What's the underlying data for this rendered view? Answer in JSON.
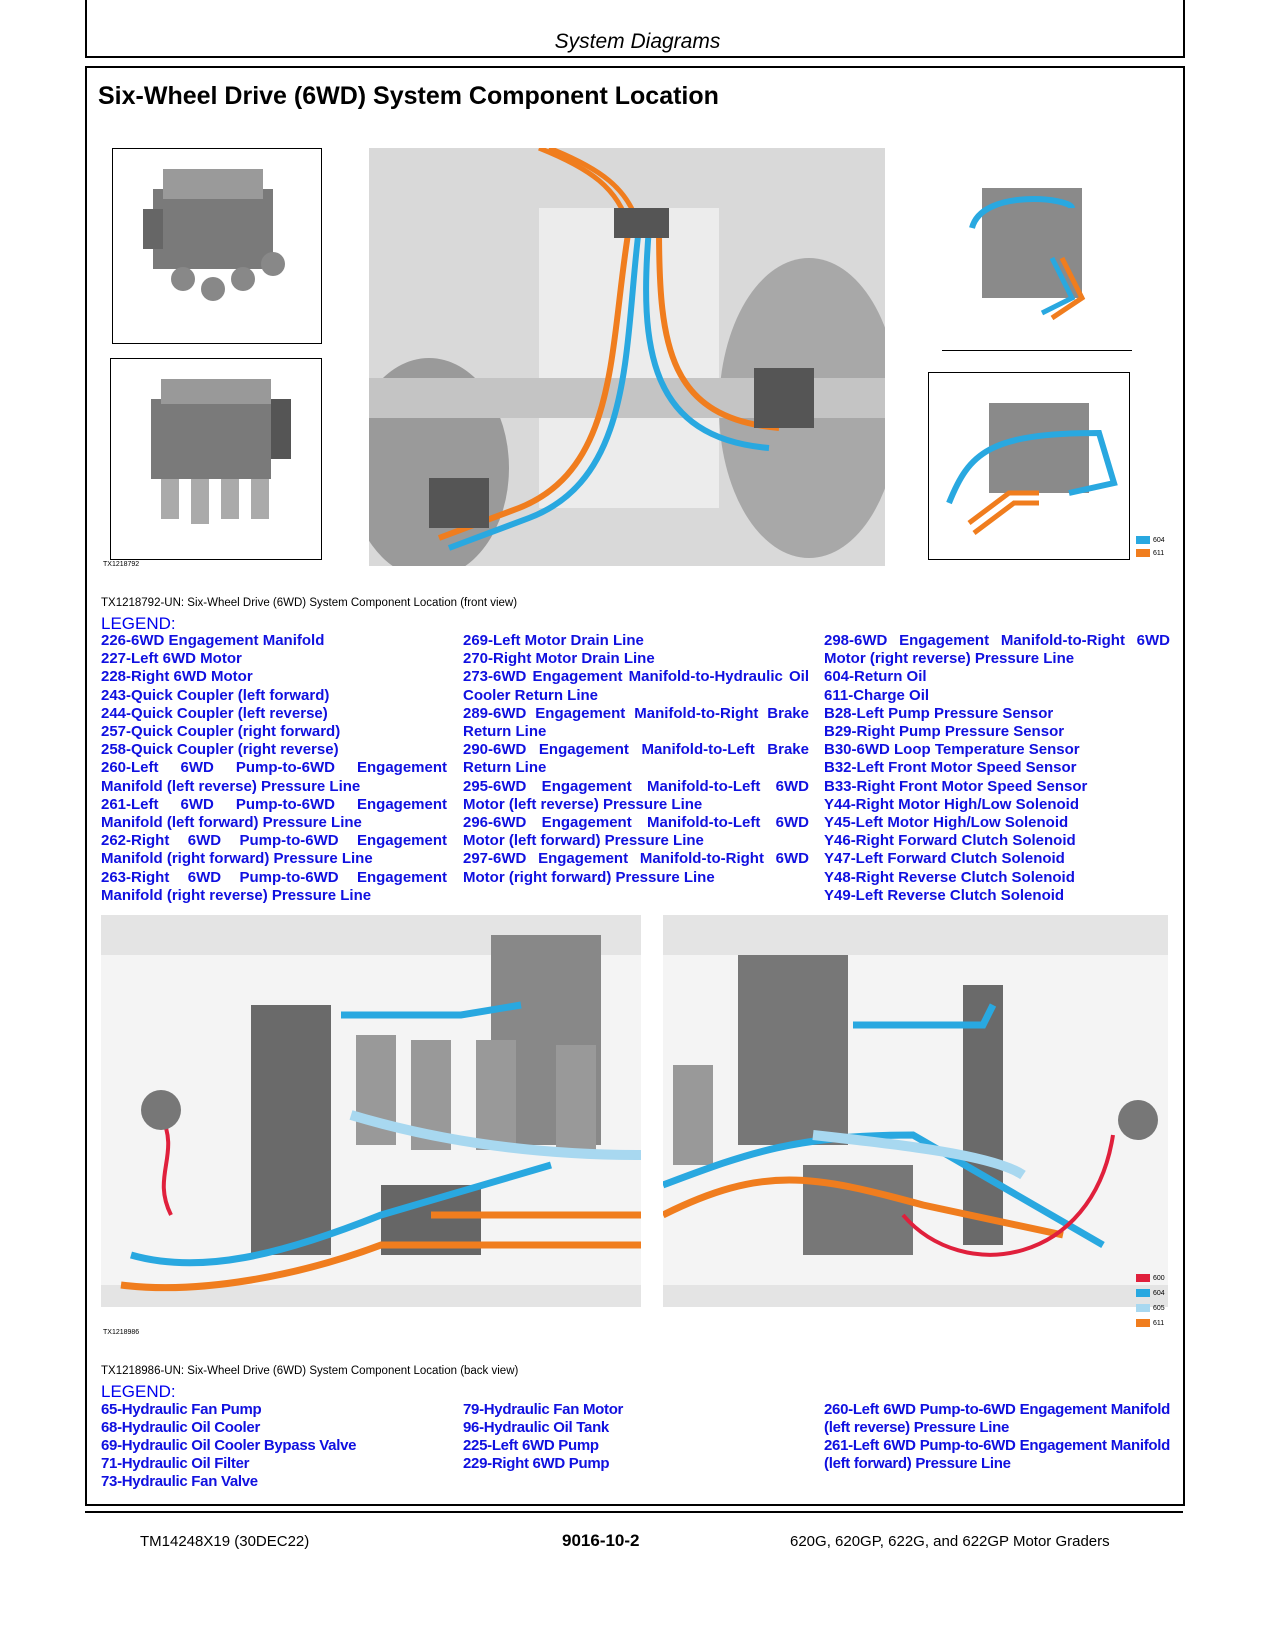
{
  "header": {
    "section": "System Diagrams"
  },
  "title": "Six-Wheel Drive (6WD) System Component Location",
  "figure1": {
    "id_label": "TX1218792",
    "caption": "TX1218792-UN: Six-Wheel Drive (6WD) System Component Location (front view)",
    "legend_heading": "LEGEND:",
    "swatches": [
      {
        "code": "604",
        "color": "#29a8e0"
      },
      {
        "code": "611",
        "color": "#f07d1e"
      }
    ],
    "columns": [
      [
        "226-6WD Engagement Manifold",
        "227-Left 6WD Motor",
        "228-Right 6WD Motor",
        "243-Quick Coupler (left forward)",
        "244-Quick Coupler (left reverse)",
        "257-Quick Coupler (right forward)",
        "258-Quick Coupler (right reverse)",
        "260-Left 6WD Pump-to-6WD Engagement Manifold (left reverse) Pressure Line",
        "261-Left 6WD Pump-to-6WD Engagement Manifold (left forward) Pressure Line",
        "262-Right 6WD Pump-to-6WD Engagement Manifold (right forward) Pressure Line",
        "263-Right 6WD Pump-to-6WD Engagement Manifold (right reverse) Pressure Line"
      ],
      [
        "269-Left Motor Drain Line",
        "270-Right Motor Drain Line",
        "273-6WD Engagement Manifold-to-Hydraulic Oil Cooler Return Line",
        "289-6WD Engagement Manifold-to-Right Brake Return Line",
        "290-6WD Engagement Manifold-to-Left Brake Return Line",
        "295-6WD Engagement Manifold-to-Left 6WD Motor (left reverse) Pressure Line",
        "296-6WD Engagement Manifold-to-Left 6WD Motor (left forward) Pressure Line",
        "297-6WD Engagement Manifold-to-Right 6WD Motor (right forward) Pressure Line"
      ],
      [
        "298-6WD Engagement Manifold-to-Right 6WD Motor (right reverse) Pressure Line",
        "604-Return Oil",
        "611-Charge Oil",
        "B28-Left Pump Pressure Sensor",
        "B29-Right Pump Pressure Sensor",
        "B30-6WD Loop Temperature Sensor",
        "B32-Left Front Motor Speed Sensor",
        "B33-Right Front Motor Speed Sensor",
        "Y44-Right Motor High/Low Solenoid",
        "Y45-Left Motor High/Low Solenoid",
        "Y46-Right Forward Clutch Solenoid",
        "Y47-Left Forward Clutch Solenoid",
        "Y48-Right Reverse Clutch Solenoid",
        "Y49-Left Reverse Clutch Solenoid"
      ]
    ]
  },
  "figure2": {
    "id_label": "TX1218986",
    "caption": "TX1218986-UN: Six-Wheel Drive (6WD) System Component Location (back view)",
    "legend_heading": "LEGEND:",
    "swatches": [
      {
        "code": "600",
        "color": "#e0203c"
      },
      {
        "code": "604",
        "color": "#29a8e0"
      },
      {
        "code": "605",
        "color": "#a8d8f0"
      },
      {
        "code": "611",
        "color": "#f07d1e"
      }
    ],
    "columns": [
      [
        "65-Hydraulic Fan Pump",
        "68-Hydraulic Oil Cooler",
        "69-Hydraulic Oil Cooler Bypass Valve",
        "71-Hydraulic Oil Filter",
        "73-Hydraulic Fan Valve"
      ],
      [
        "79-Hydraulic Fan Motor",
        "96-Hydraulic Oil Tank",
        "225-Left 6WD Pump",
        "229-Right 6WD Pump"
      ],
      [
        "260-Left 6WD Pump-to-6WD Engagement Manifold (left reverse) Pressure Line",
        "261-Left 6WD Pump-to-6WD Engagement Manifold (left forward) Pressure Line"
      ]
    ]
  },
  "footer": {
    "left": "TM14248X19 (30DEC22)",
    "center": "9016-10-2",
    "right": "620G, 620GP, 622G, and 622GP Motor Graders"
  }
}
